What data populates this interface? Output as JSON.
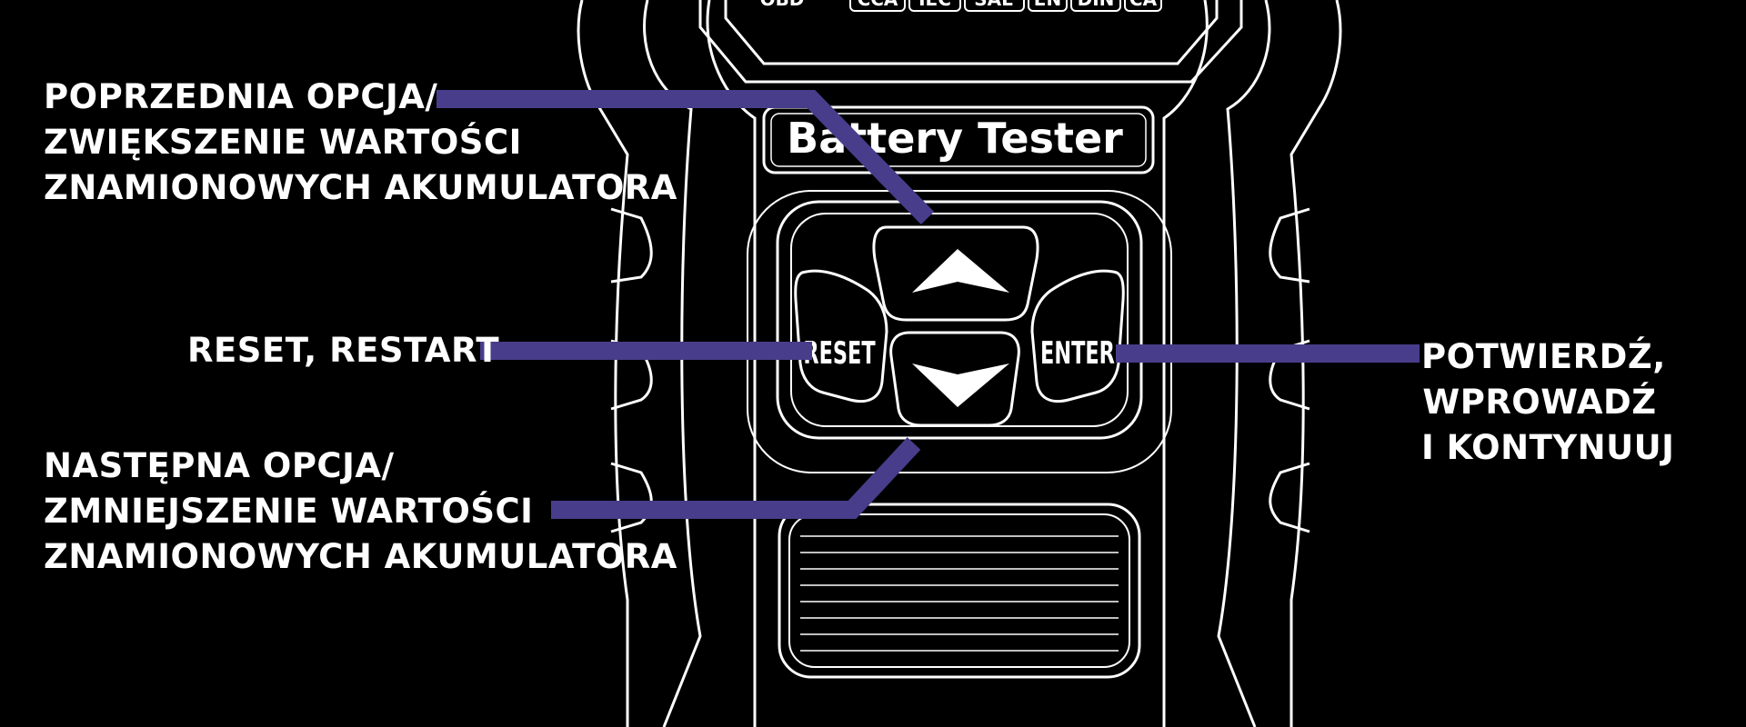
{
  "colors": {
    "background": "#000000",
    "outline": "#ffffff",
    "leader": "#483d8b"
  },
  "device": {
    "brand_label": "Battery Tester",
    "reset_key": "RESET",
    "enter_key": "ENTER",
    "display_tags": [
      "CCA",
      "IEC",
      "SAE",
      "EN",
      "DIN",
      "CA"
    ],
    "display_symbol": "OBD"
  },
  "labels": {
    "up": [
      "POPRZEDNIA OPCJA/",
      "ZWIĘKSZENIE WARTOŚCI",
      "ZNAMIONOWYCH AKUMULATORA"
    ],
    "reset": [
      "RESET, RESTART"
    ],
    "down": [
      "NASTĘPNA OPCJA/",
      "ZMNIEJSZENIE WARTOŚCI",
      "ZNAMIONOWYCH AKUMULATORA"
    ],
    "enter": [
      "POTWIERDŹ,",
      "WPROWADŹ",
      "I KONTYNUUJ"
    ]
  }
}
